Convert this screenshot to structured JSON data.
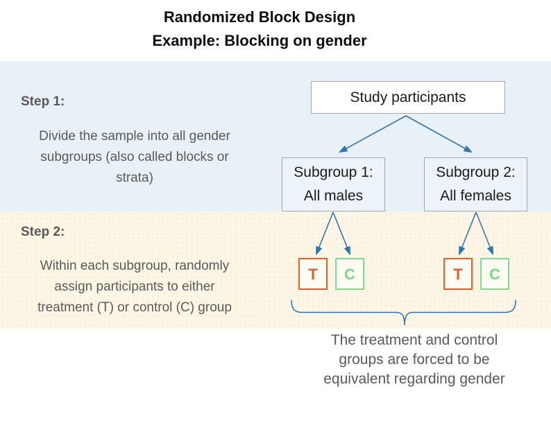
{
  "title": {
    "line1": "Randomized Block Design",
    "line2": "Example: Blocking on gender"
  },
  "steps": [
    {
      "label": "Step 1:",
      "lines": [
        "Divide the sample into all gender",
        "subgroups (also called blocks or",
        "strata)"
      ]
    },
    {
      "label": "Step 2:",
      "lines": [
        "Within each subgroup, randomly",
        "assign participants to either",
        "treatment (T) or control (C) group"
      ]
    }
  ],
  "flowchart": {
    "root_label": "Study participants",
    "subgroups": [
      {
        "line1": "Subgroup 1:",
        "line2": "All males"
      },
      {
        "line1": "Subgroup 2:",
        "line2": "All females"
      }
    ],
    "treatment_label": "T",
    "control_label": "C"
  },
  "caption": {
    "lines": [
      "The treatment and control",
      "groups are forced to be",
      "equivalent regarding gender"
    ]
  },
  "colors": {
    "step1_band_blue": "#e8f0f8",
    "step2_band_cream": "#fdf6e6",
    "arrow_blue": "#2e75b6",
    "treatment_orange": "#e95e21",
    "control_green": "#74d98c",
    "text_gray": "#595959",
    "box_border_gray": "#a6a6a6"
  }
}
